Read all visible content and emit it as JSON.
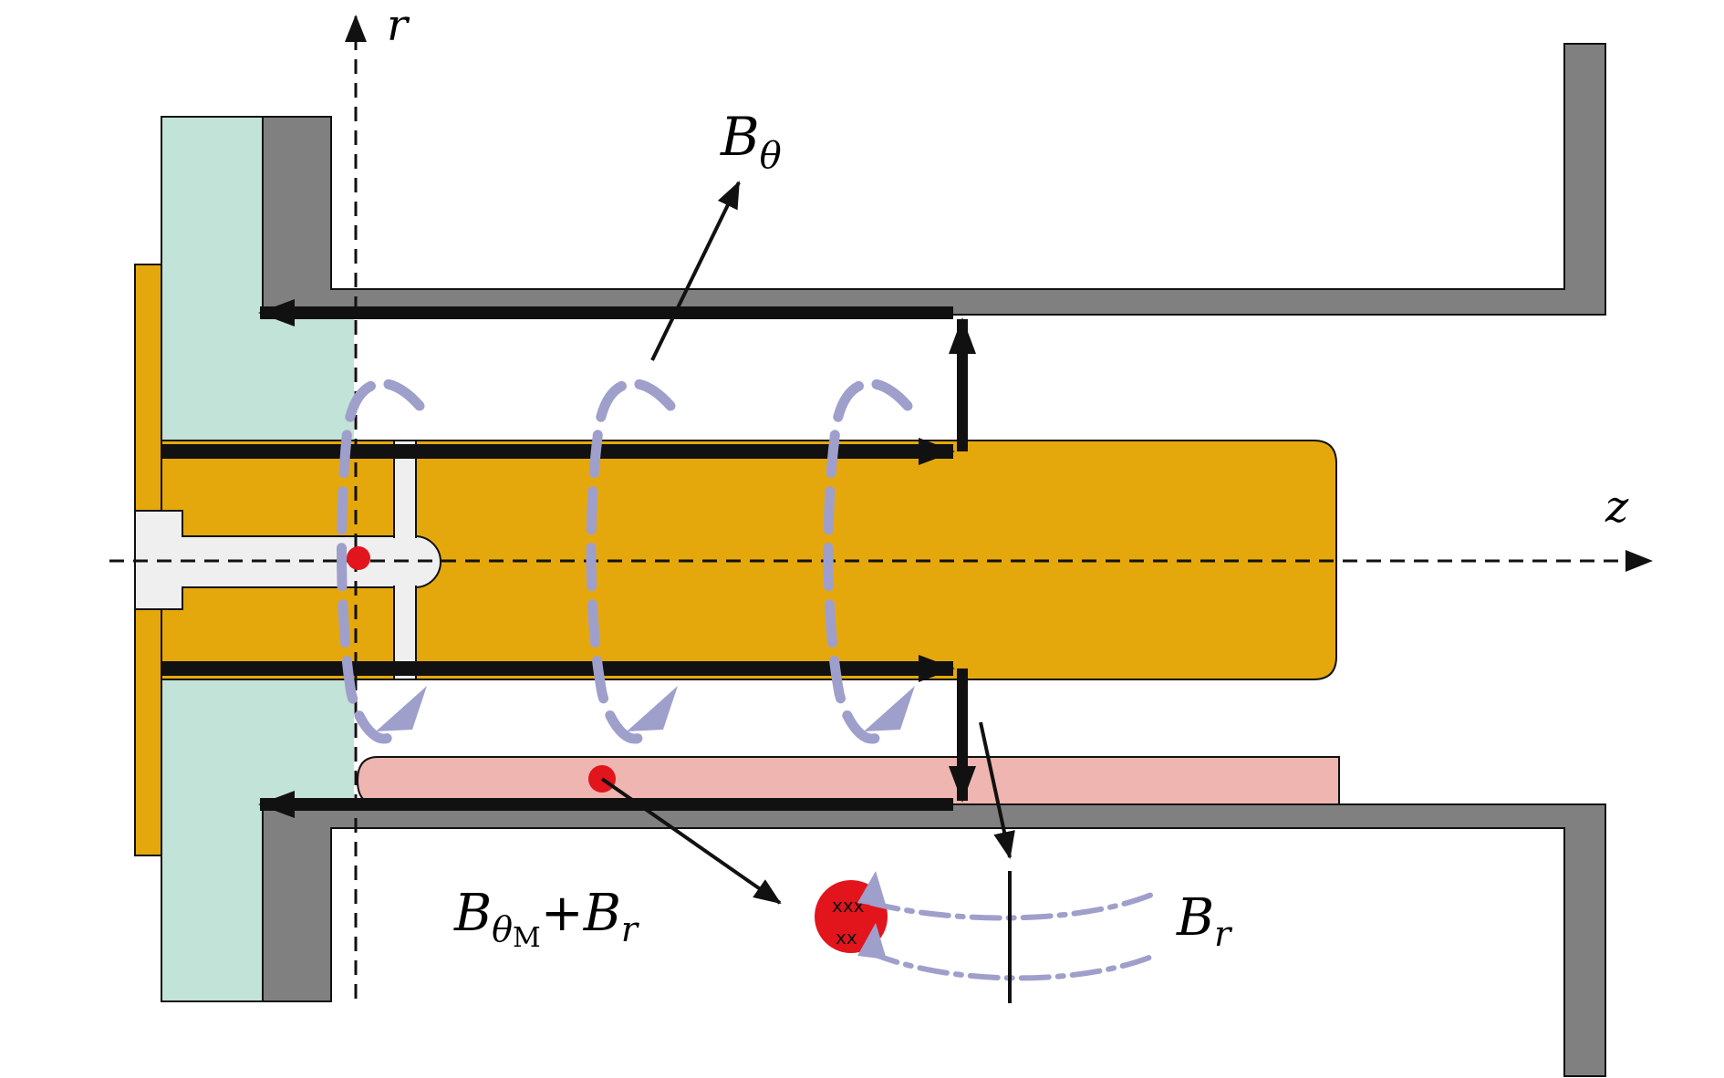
{
  "axes": {
    "r_label": "r",
    "z_label": "z"
  },
  "labels": {
    "b_theta": {
      "main": "B",
      "sub": "θ"
    },
    "b_theta_m_plus_br": {
      "main": "B",
      "sub": "θ",
      "subsub": "M",
      "plus": "+",
      "main2": "B",
      "sub2": "r"
    },
    "b_r": {
      "main": "B",
      "sub": "r"
    }
  },
  "particle_marks": "xxx xx",
  "colors": {
    "insulator": "#c2e3d7",
    "electrode_gray": "#808080",
    "anode_gold": "#e5a80c",
    "plasma_pink": "#efb5b0",
    "hole_fill": "#efefef",
    "field_lavender": "#9f9fcc",
    "spot_red": "#e2141c",
    "line_black": "#111111"
  }
}
